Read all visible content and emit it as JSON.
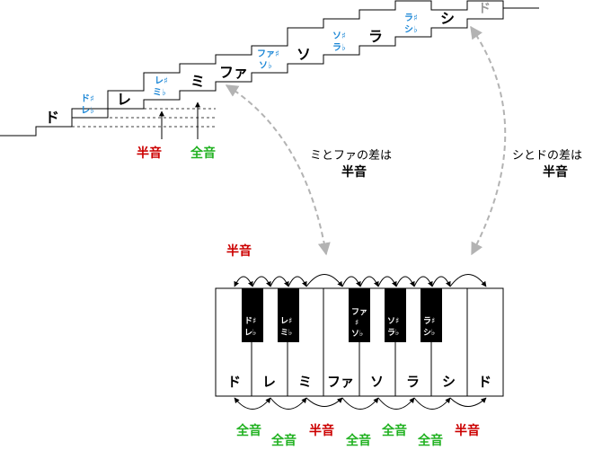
{
  "staircase": {
    "steps": [
      "ド",
      "レ",
      "ミ",
      "ファ",
      "ソ",
      "ラ",
      "シ"
    ],
    "octave_step": "ド",
    "accidentals": [
      [
        "ド♯",
        "レ♭"
      ],
      [
        "レ♯",
        "ミ♭"
      ],
      [
        "ファ♯",
        "ソ♭"
      ],
      [
        "ソ♯",
        "ラ♭"
      ],
      [
        "ラ♯",
        "シ♭"
      ]
    ],
    "half_step_label": "半音",
    "whole_step_label": "全音"
  },
  "callouts": {
    "mi_fa_line1": "ミとファの差は",
    "mi_fa_line2": "半音",
    "si_do_line1": "シとドの差は",
    "si_do_line2": "半音"
  },
  "keyboard": {
    "white_keys": [
      "ド",
      "レ",
      "ミ",
      "ファ",
      "ソ",
      "ラ",
      "シ",
      "ド"
    ],
    "black_keys": [
      [
        "ド♯",
        "レ♭"
      ],
      [
        "レ♯",
        "ミ♭"
      ],
      [
        "ファ",
        "♯",
        "ソ♭"
      ],
      [
        "ソ♯",
        "ラ♭"
      ],
      [
        "ラ♯",
        "シ♭"
      ]
    ],
    "top_label": "半音",
    "bottom_labels": [
      "全音",
      "全音",
      "半音",
      "全音",
      "全音",
      "全音",
      "半音"
    ]
  },
  "colors": {
    "half": "#cc0000",
    "whole": "#22b222",
    "accidental": "#1a86d6",
    "dashed": "#b3b3b3"
  }
}
